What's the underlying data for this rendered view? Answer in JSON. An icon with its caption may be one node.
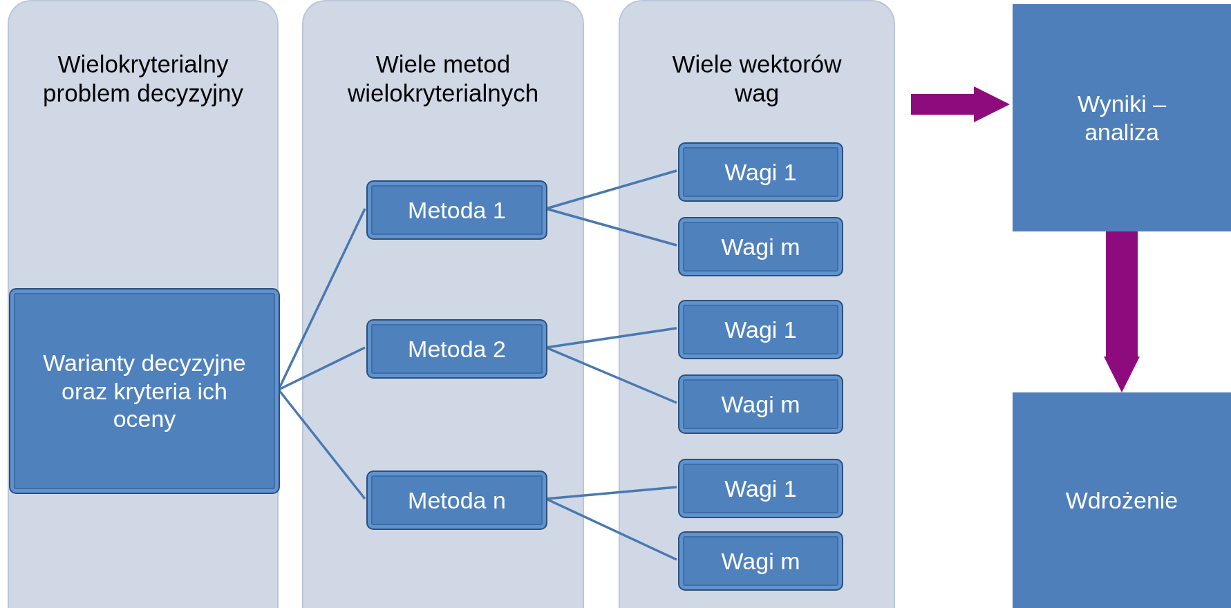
{
  "diagram": {
    "nodes": [
      {
        "text": [
          "Wielokryterialny problem decyzyjny"
        ]
      },
      {
        "text": [
          "Warianty decyzyjne oraz kryteria ich oceny"
        ],
        "in": 0
      },
      {
        "text": [
          "Wiele metod wielokryterialnych"
        ]
      },
      {
        "text": [
          "Metoda 1"
        ],
        "in": 2
      },
      {
        "text": [
          "Metoda 2"
        ],
        "in": 2
      },
      {
        "text": [
          "Metoda n"
        ],
        "in": 2
      },
      {
        "text": [
          "Wiele wektorów wag"
        ]
      },
      {
        "text": [
          "Wagi 1"
        ],
        "in": 6
      },
      {
        "text": [
          "Wagi m"
        ],
        "in": 6
      },
      {
        "text": [
          "Wagi 1"
        ],
        "in": 6
      },
      {
        "text": [
          "Wagi m"
        ],
        "in": 6
      },
      {
        "text": [
          "Wagi 1"
        ],
        "in": 6
      },
      {
        "text": [
          "Wagi m"
        ],
        "in": 6
      },
      {
        "text": [
          "Wyniki – analiza"
        ]
      },
      {
        "text": [
          "Wdrożenie"
        ]
      }
    ],
    "edges": [
      {
        "from": 1,
        "to": 3,
        "arrow": "none"
      },
      {
        "from": 1,
        "to": 4,
        "arrow": "none"
      },
      {
        "from": 1,
        "to": 5,
        "arrow": "none"
      },
      {
        "from": 3,
        "to": 7,
        "arrow": "none"
      },
      {
        "from": 3,
        "to": 8,
        "arrow": "none"
      },
      {
        "from": 4,
        "to": 9,
        "arrow": "none"
      },
      {
        "from": 4,
        "to": 10,
        "arrow": "none"
      },
      {
        "from": 5,
        "to": 11,
        "arrow": "none"
      },
      {
        "from": 5,
        "to": 12,
        "arrow": "none"
      },
      {
        "from": null,
        "to": 13,
        "arrow": "to",
        "style": "thick",
        "color": "#8e0b7d"
      },
      {
        "from": 13,
        "to": 14,
        "arrow": "to",
        "style": "thick",
        "color": "#8e0b7d"
      }
    ]
  }
}
